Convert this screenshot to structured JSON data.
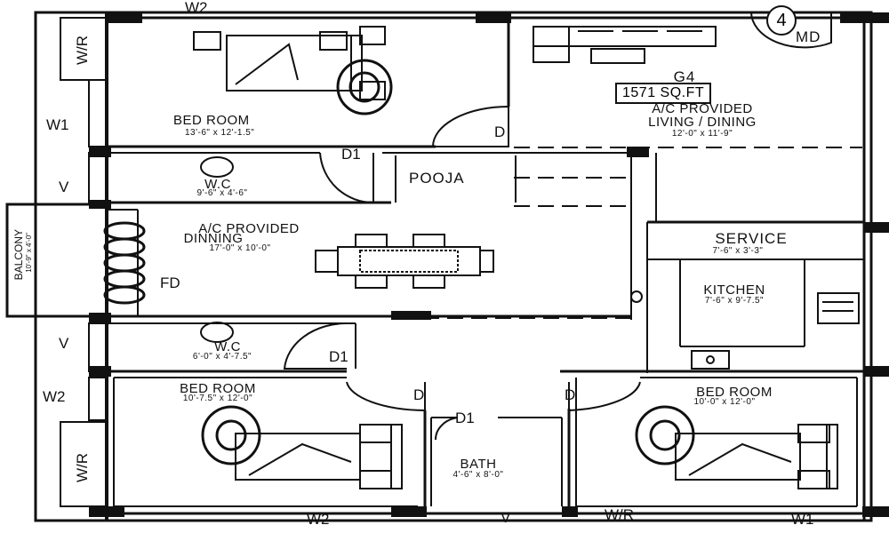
{
  "plan": {
    "unit_no": "G4",
    "area": "1571 SQ.FT",
    "circle_no": "4",
    "main_door": "MD",
    "rooms": {
      "bed1": {
        "name": "BED ROOM",
        "dim": "13'-6\" x 12'-1.5\""
      },
      "living": {
        "name1": "A/C PROVIDED",
        "name2": "LIVING / DINING",
        "dim": "12'-0\" x 11'-9\""
      },
      "wc1": {
        "name": "W.C",
        "dim": "9'-6\" x 4'-6\""
      },
      "pooja": {
        "name": "POOJA"
      },
      "dinning": {
        "name1": "A/C PROVIDED",
        "name2": "DINNING",
        "dim": "17'-0\" x 10'-0\""
      },
      "service": {
        "name": "SERVICE",
        "dim": "7'-6\" x 3'-3\""
      },
      "kitchen": {
        "name": "KITCHEN",
        "dim": "7'-6\" x 9'-7.5\""
      },
      "wc2": {
        "name": "W.C",
        "dim": "6'-0\" x 4'-7.5\""
      },
      "bed2": {
        "name": "BED ROOM",
        "dim": "10'-7.5\" x 12'-0\""
      },
      "bed3": {
        "name": "BED ROOM",
        "dim": "10'-0\" x 12'-0\""
      },
      "bath": {
        "name": "BATH",
        "dim": "4'-6\" x 8'-0\""
      },
      "balcony": {
        "name": "BALCONY",
        "dim": "10'-9\" x 4'-0\""
      }
    },
    "labels": {
      "w2_top": "W2",
      "wr_top": "W/R",
      "w1_left": "W1",
      "v_left_1": "V",
      "fd": "FD",
      "v_left_2": "V",
      "w2_left": "W2",
      "wr_left": "W/R",
      "w2_bottom": "W2",
      "v_bottom": "V",
      "wr_bottom": "W/R",
      "w1_bottom": "W1",
      "d_living": "D",
      "d1_wc1": "D1",
      "d1_wc2": "D1",
      "d_bed2": "D",
      "d_bed3": "D",
      "d1_bath": "D1"
    }
  }
}
